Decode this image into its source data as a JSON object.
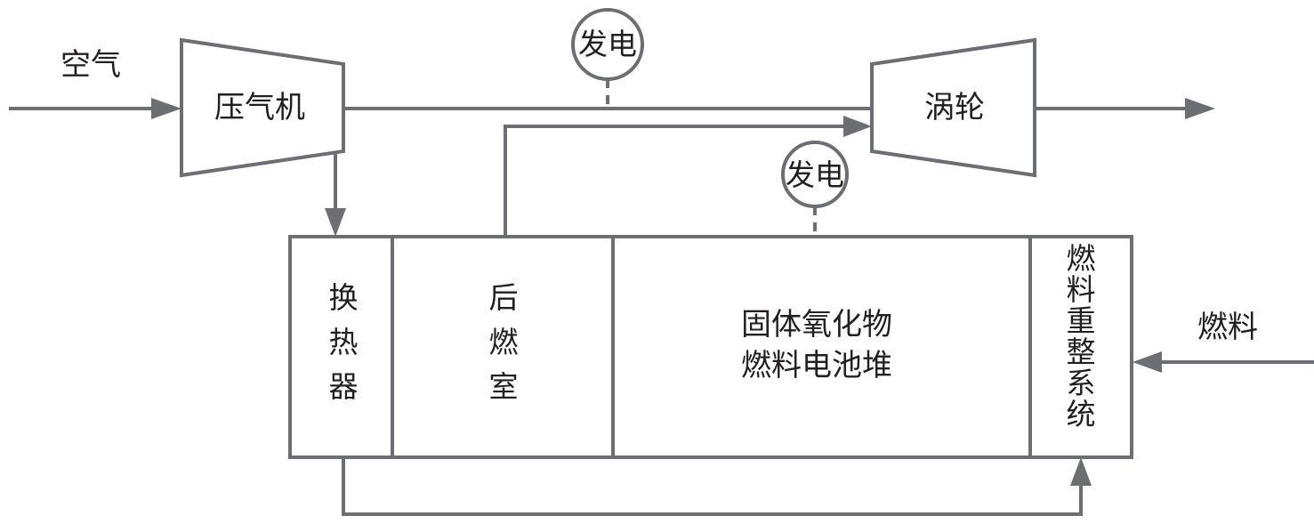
{
  "labels": {
    "air": "空气",
    "compressor": "压气机",
    "generator_top": "发电",
    "turbine": "涡轮",
    "generator_mid": "发电",
    "heat_exchanger": "换热器",
    "afterburner": "后燃室",
    "sofc_line1": "固体氧化物",
    "sofc_line2": "燃料电池堆",
    "reformer": "燃料重整系统",
    "fuel": "燃料"
  },
  "colors": {
    "stroke": "#6d6e71",
    "text": "#231f20"
  }
}
